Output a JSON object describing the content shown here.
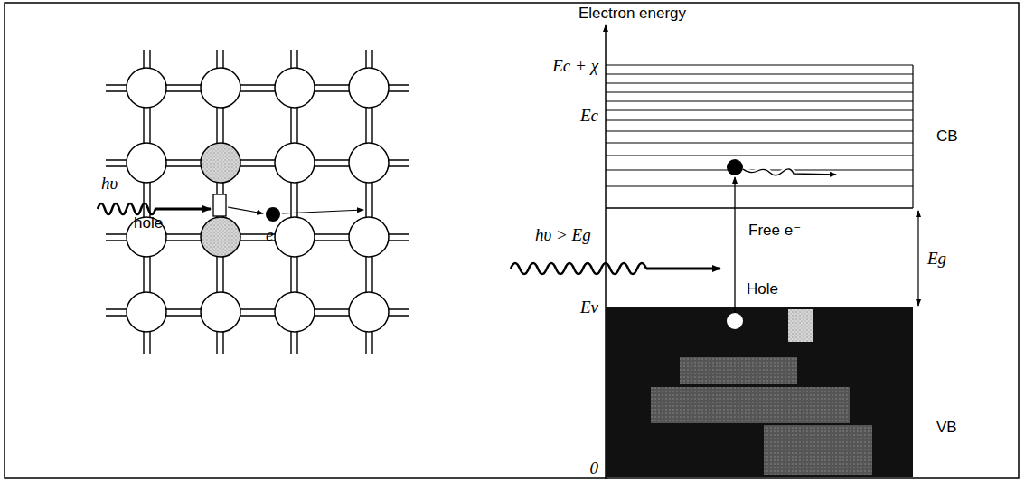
{
  "diagram": {
    "labels": [
      "hυ",
      "hole",
      "e⁻",
      "Electron energy",
      "Ec + χ",
      "Ec",
      "CB",
      "Free e⁻",
      "hυ > Eg",
      "Eg",
      "Hole",
      "Ev",
      "VB",
      "0"
    ]
  }
}
